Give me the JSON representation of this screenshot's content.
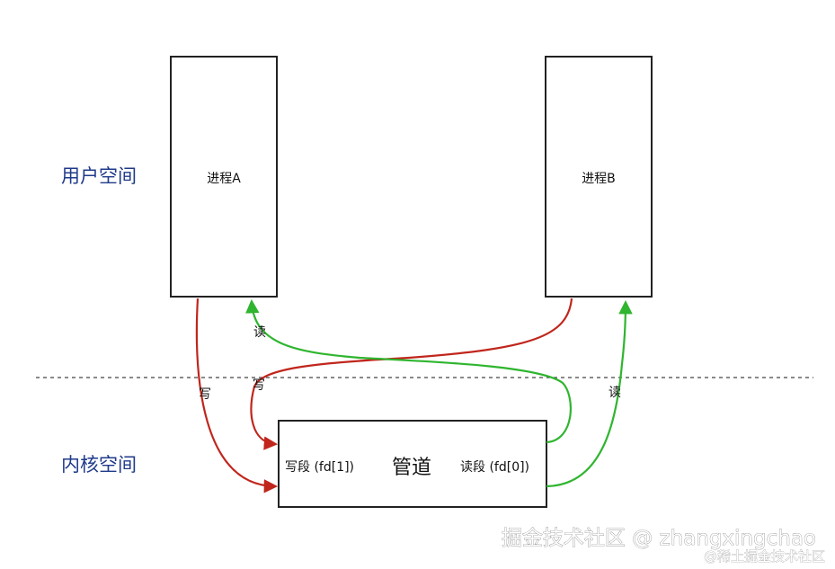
{
  "labels": {
    "user_space": "用户空间",
    "kernel_space": "内核空间",
    "process_a": "进程A",
    "process_b": "进程B",
    "pipe": "管道",
    "write_end": "写段 (fd[1])",
    "read_end": "读段 (fd[0])"
  },
  "arrows": {
    "a_write": "写",
    "b_write": "写",
    "a_read": "读",
    "b_read": "读"
  },
  "colors": {
    "write": "#c0261c",
    "read": "#2fb52f",
    "box_border": "#222222",
    "space_label": "#1f3a8a",
    "divider": "#444444"
  },
  "watermark": {
    "main": "掘金技术社区 @ zhangxingchao",
    "sub": "@稀土掘金技术社区"
  }
}
